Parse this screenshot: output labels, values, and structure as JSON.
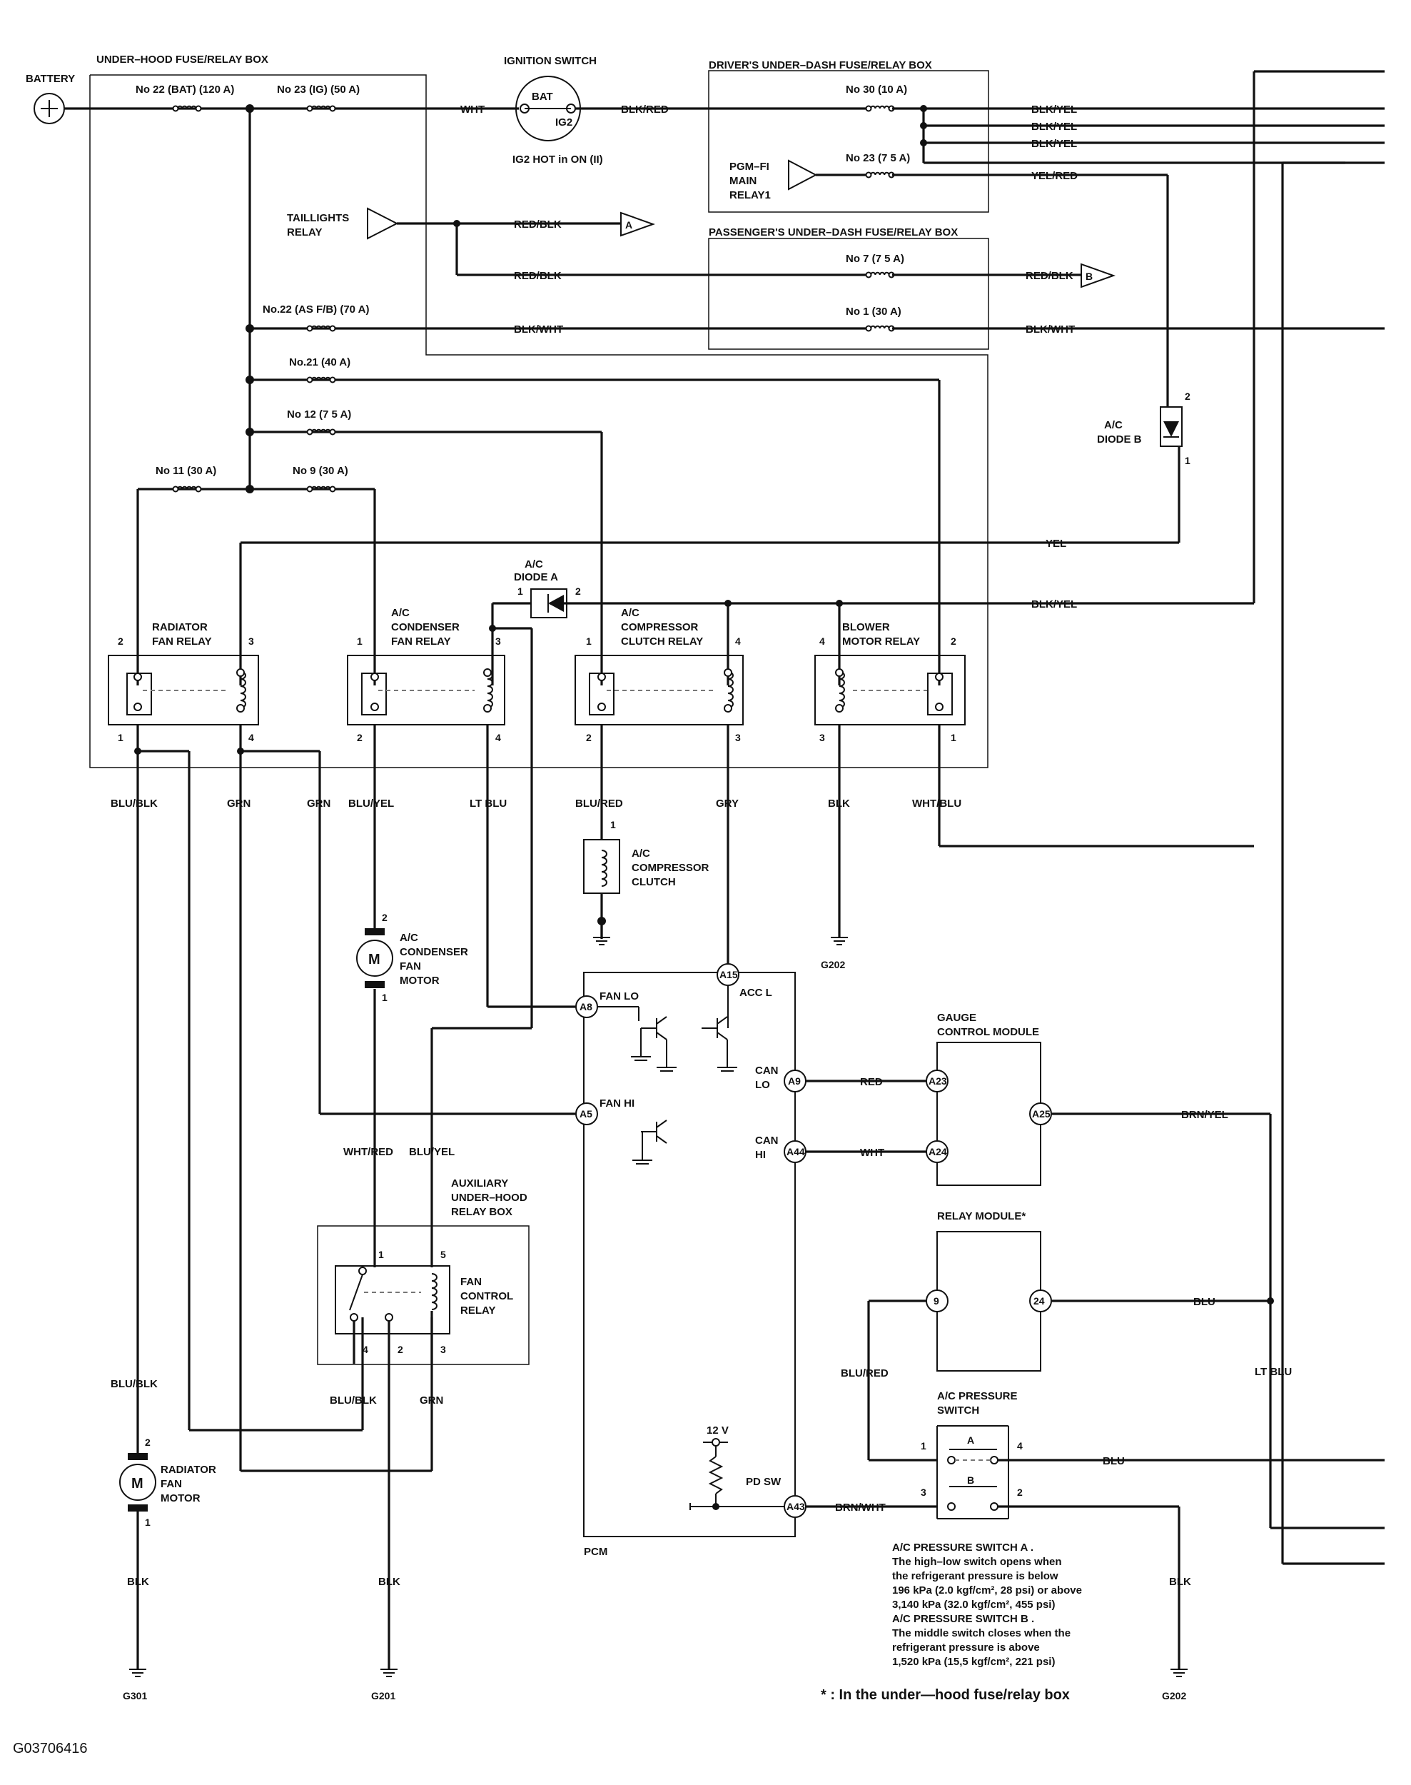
{
  "boxes": {
    "underhood": "UNDER–HOOD FUSE/RELAY BOX",
    "driver": "DRIVER'S UNDER–DASH FUSE/RELAY BOX",
    "passenger": "PASSENGER'S UNDER–DASH FUSE/RELAY BOX",
    "aux": [
      "AUXILIARY",
      "UNDER–HOOD",
      "RELAY BOX"
    ]
  },
  "battery": "BATTERY",
  "ignition": {
    "title": "IGNITION SWITCH",
    "bat": "BAT",
    "ig2": "IG2",
    "note": "IG2 HOT in ON (II)"
  },
  "fuses": {
    "f22": "No 22 (BAT) (120 A)",
    "f23": "No 23 (IG) (50 A)",
    "f22b": "No.22 (AS F/B) (70 A)",
    "f21": "No.21 (40 A)",
    "f12": "No 12 (7 5 A)",
    "f11": "No 11 (30 A)",
    "f9": "No 9 (30 A)",
    "d30": "No 30 (10 A)",
    "d23": "No 23 (7 5 A)",
    "p7": "No 7 (7 5 A)",
    "p1": "No 1 (30 A)"
  },
  "pgmfi": [
    "PGM–FI",
    "MAIN",
    "RELAY1"
  ],
  "taillights": [
    "TAILLIGHTS",
    "RELAY"
  ],
  "connectors": {
    "a": "A",
    "b": "B"
  },
  "diodes": {
    "a": [
      "A/C",
      "DIODE A"
    ],
    "b": [
      "A/C",
      "DIODE B"
    ]
  },
  "relays": {
    "radiator": [
      "RADIATOR",
      "FAN RELAY"
    ],
    "condenser": [
      "A/C",
      "CONDENSER",
      "FAN RELAY"
    ],
    "clutch": [
      "A/C",
      "COMPRESSOR",
      "CLUTCH RELAY"
    ],
    "blower": [
      "BLOWER",
      "MOTOR RELAY"
    ],
    "fancontrol": [
      "FAN",
      "CONTROL",
      "RELAY"
    ]
  },
  "pins": {
    "p1": "1",
    "p2": "2",
    "p3": "3",
    "p4": "4",
    "p5": "5",
    "p9": "9",
    "p24": "24"
  },
  "wires": {
    "wht": "WHT",
    "blkred": "BLK/RED",
    "blkyel": "BLK/YEL",
    "yelred": "YEL/RED",
    "redblk": "RED/BLK",
    "blkwht": "BLK/WHT",
    "yel": "YEL",
    "blublk": "BLU/BLK",
    "grn": "GRN",
    "bluyel": "BLU/YEL",
    "ltblu": "LT BLU",
    "blured": "BLU/RED",
    "gry": "GRY",
    "blk": "BLK",
    "whtblu": "WHT/BLU",
    "whtred": "WHT/RED",
    "red": "RED",
    "brnyel": "BRN/YEL",
    "blu": "BLU",
    "brnwht": "BRN/WHT"
  },
  "components": {
    "clutch": [
      "A/C",
      "COMPRESSOR",
      "CLUTCH"
    ],
    "condmotor": [
      "A/C",
      "CONDENSER",
      "FAN",
      "MOTOR"
    ],
    "radmotor": [
      "RADIATOR",
      "FAN",
      "MOTOR"
    ],
    "motor": "M",
    "gauge": [
      "GAUGE",
      "CONTROL MODULE"
    ],
    "relaymodule": "RELAY MODULE*",
    "pressure": [
      "A/C PRESSURE",
      "SWITCH"
    ],
    "pcm": "PCM"
  },
  "pcm_terms": {
    "a15": "A15",
    "a8": "A8",
    "a5": "A5",
    "a9": "A9",
    "a44": "A44",
    "a43": "A43",
    "fanlo": "FAN LO",
    "fanhi": "FAN HI",
    "accl": "ACC L",
    "canlo": [
      "CAN",
      "LO"
    ],
    "canhi": [
      "CAN",
      "HI"
    ],
    "pdsw": "PD SW",
    "v12": "12 V"
  },
  "gauge_terms": {
    "a23": "A23",
    "a24": "A24",
    "a25": "A25"
  },
  "grounds": {
    "g202": "G202",
    "g301": "G301",
    "g201": "G201"
  },
  "notes": [
    "A/C PRESSURE SWITCH A .",
    "The high–low switch opens when",
    "the refrigerant pressure is below",
    "196 kPa (2.0 kgf/cm², 28 psi) or above",
    "3,140 kPa (32.0 kgf/cm², 455 psi)",
    "A/C PRESSURE SWITCH B .",
    "The middle switch closes when the",
    "refrigerant pressure is above",
    "1,520 kPa (15,5 kgf/cm², 221 psi)"
  ],
  "footnote": "* : In the under—hood fuse/relay box",
  "figure_id": "G03706416"
}
